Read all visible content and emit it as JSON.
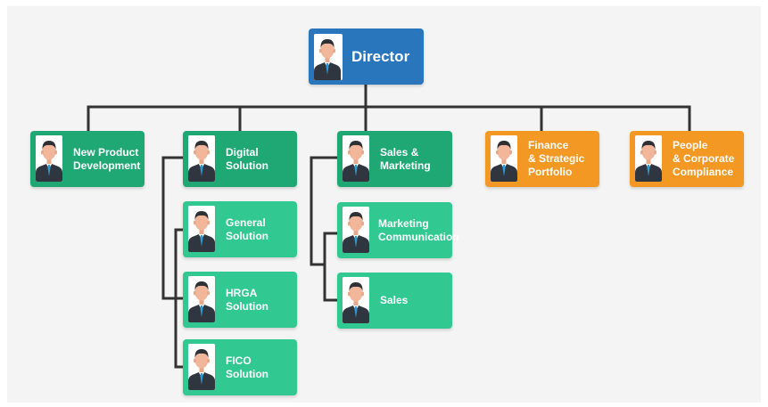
{
  "director": {
    "label": "Director"
  },
  "departments": [
    {
      "label": "New Product\nDevelopment"
    },
    {
      "label": "Digital\nSolution",
      "children": [
        {
          "label": "General\nSolution"
        },
        {
          "label": "HRGA\nSolution"
        },
        {
          "label": "FICO\nSolution"
        }
      ]
    },
    {
      "label": "Sales &\nMarketing",
      "children": [
        {
          "label": "Marketing\nCommunication"
        },
        {
          "label": "Sales"
        }
      ]
    },
    {
      "label": "Finance\n& Strategic\nPortfolio"
    },
    {
      "label": "People\n& Corporate\nCompliance"
    }
  ],
  "colors": {
    "director": "#2a76bd",
    "department_green": "#1fa874",
    "sub_unit_green": "#31c891",
    "department_orange": "#f29823",
    "connector": "#333333"
  },
  "icons": {
    "person": "businessman-avatar-icon"
  }
}
